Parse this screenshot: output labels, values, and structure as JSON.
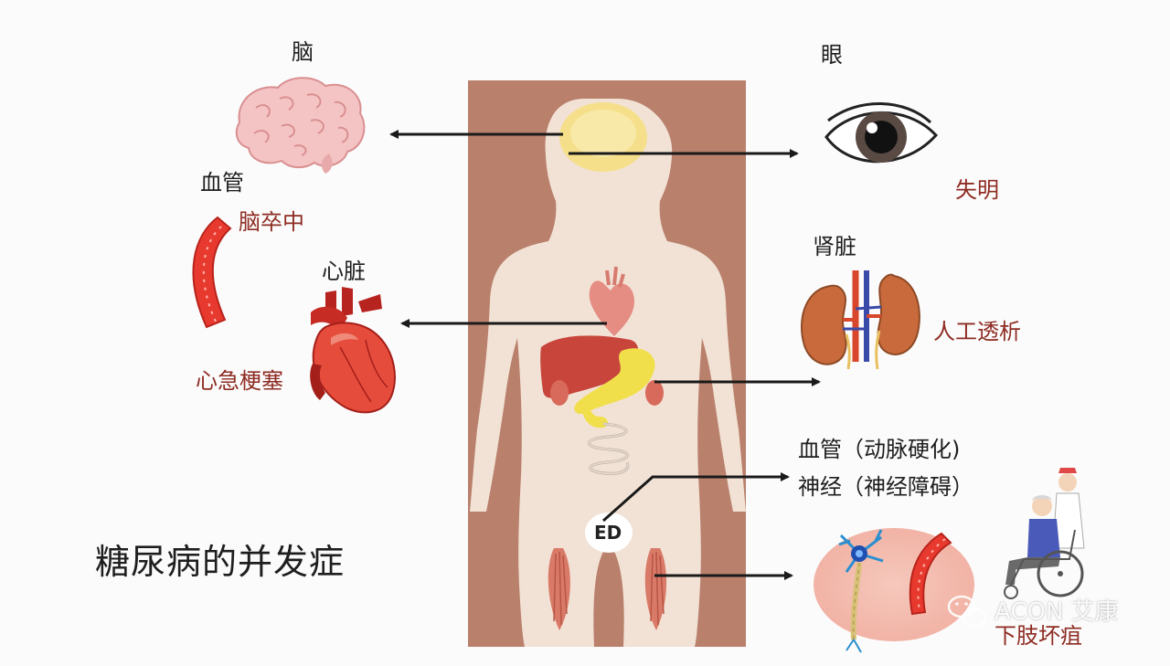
{
  "title": "糖尿病的并发症",
  "labels": {
    "brain": "脑",
    "eye": "眼",
    "vessel": "血管",
    "heart": "心脏",
    "kidney": "肾脏",
    "vessel_nerve_1": "血管（动脉硬化)",
    "vessel_nerve_2": "神经（神经障碍）",
    "ed": "ED"
  },
  "complications": {
    "stroke": "脑卒中",
    "blindness": "失明",
    "mi": "心急梗塞",
    "dialysis": "人工透析",
    "gangrene": "下肢坏疽"
  },
  "watermark": "ACON 艾康",
  "colors": {
    "panel": "#b9806c",
    "body": "#f2e2d5",
    "label": "#1e1e1e",
    "complication": "#8e2c23",
    "arrow": "#1a1a1a"
  },
  "icons": [
    "brain-icon",
    "eye-icon",
    "blood-vessel-icon",
    "heart-icon",
    "kidney-icon",
    "neuron-icon",
    "wheelchair-icon",
    "wechat-icon"
  ]
}
